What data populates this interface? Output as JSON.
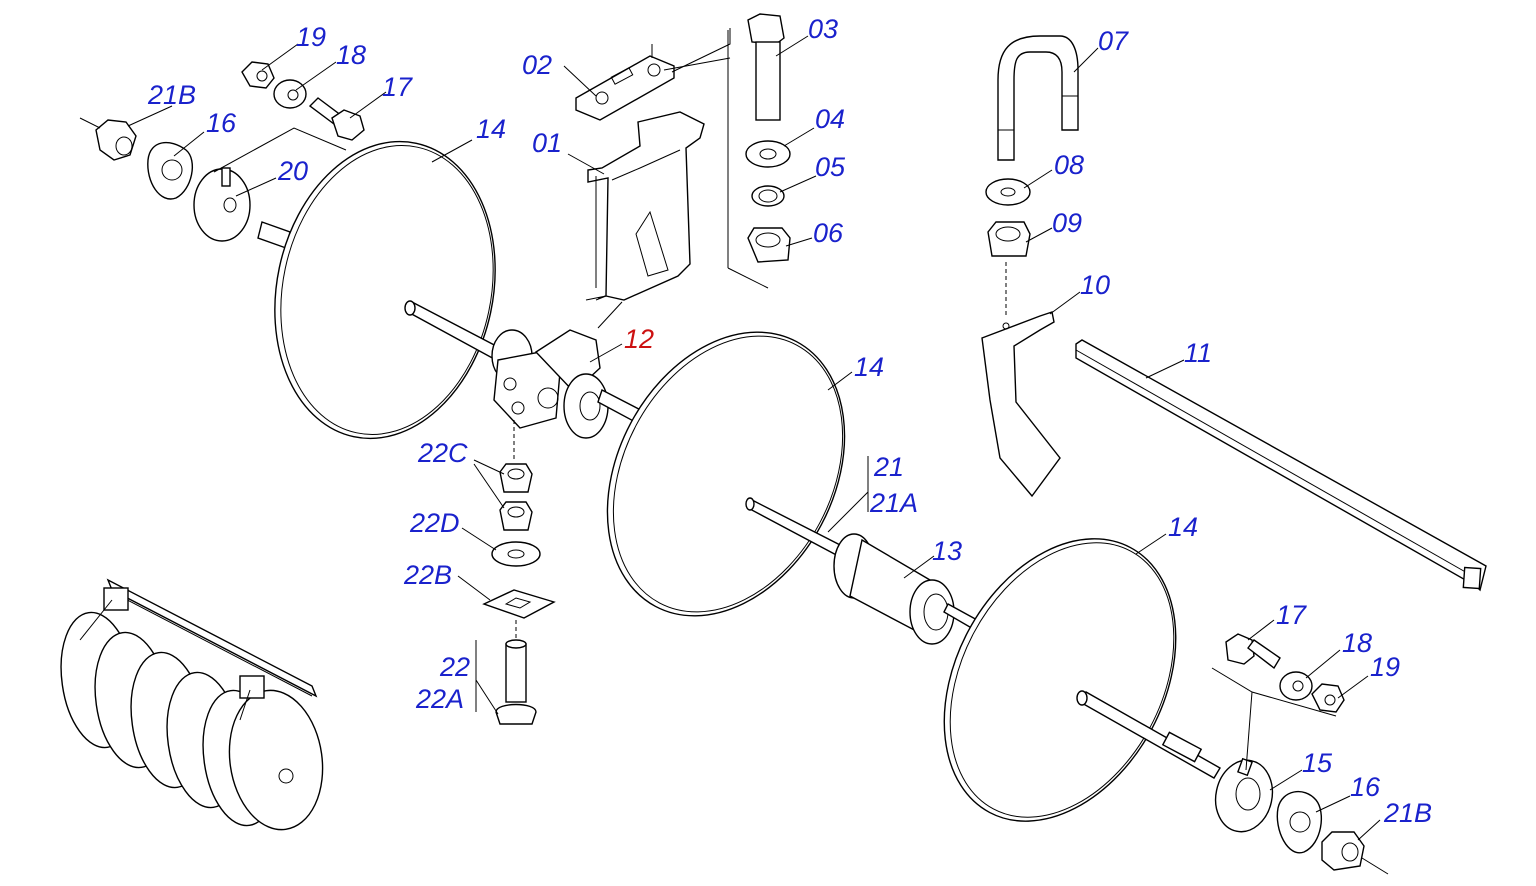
{
  "colors": {
    "label": "#1a22cc",
    "highlight": "#cc1111",
    "line": "#000000"
  },
  "labels": {
    "l01": "01",
    "l02": "02",
    "l03": "03",
    "l04": "04",
    "l05": "05",
    "l06": "06",
    "l07": "07",
    "l08": "08",
    "l09": "09",
    "l10": "10",
    "l11": "11",
    "l12": "12",
    "l13": "13",
    "l14a": "14",
    "l14b": "14",
    "l14c": "14",
    "l15": "15",
    "l16a": "16",
    "l16b": "16",
    "l17a": "17",
    "l17b": "17",
    "l18a": "18",
    "l18b": "18",
    "l19a": "19",
    "l19b": "19",
    "l20": "20",
    "l21": "21",
    "l21A": "21A",
    "l21Ba": "21B",
    "l21Bb": "21B",
    "l22": "22",
    "l22A": "22A",
    "l22B": "22B",
    "l22C": "22C",
    "l22D": "22D"
  },
  "highlighted_label": "l12"
}
